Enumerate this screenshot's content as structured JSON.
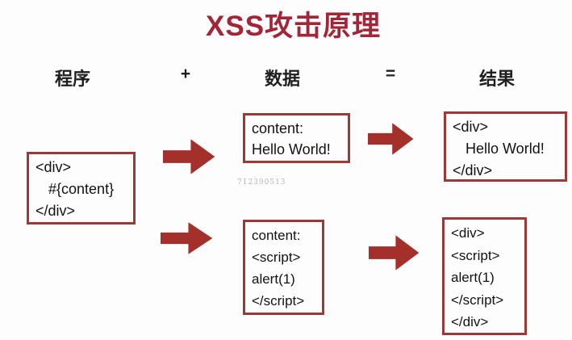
{
  "title": {
    "text": "XSS攻击原理"
  },
  "headers": {
    "program": "程序",
    "plus": "+",
    "data": "数据",
    "equals": "=",
    "result": "结果"
  },
  "boxes": {
    "program": {
      "lines": [
        "<div>",
        "#{content}",
        "</div>"
      ]
    },
    "data_top": {
      "lines": [
        "content:",
        "Hello World!"
      ]
    },
    "result_top": {
      "lines": [
        "<div>",
        "Hello World!",
        "</div>"
      ]
    },
    "data_bottom": {
      "lines": [
        "content:",
        "<script>",
        "alert(1)",
        "</script>"
      ]
    },
    "result_bottom": {
      "lines": [
        "<div>",
        "<script>",
        "alert(1)",
        "</script>",
        "</div>"
      ]
    }
  },
  "watermark": "712390513",
  "colors": {
    "title_red": "#a32638",
    "arrow_red": "#a4302c",
    "box_border_red": "#9c3838",
    "text_black": "#121212",
    "background": "#fdfdfd",
    "watermark_gray": "#b3b3b3"
  }
}
